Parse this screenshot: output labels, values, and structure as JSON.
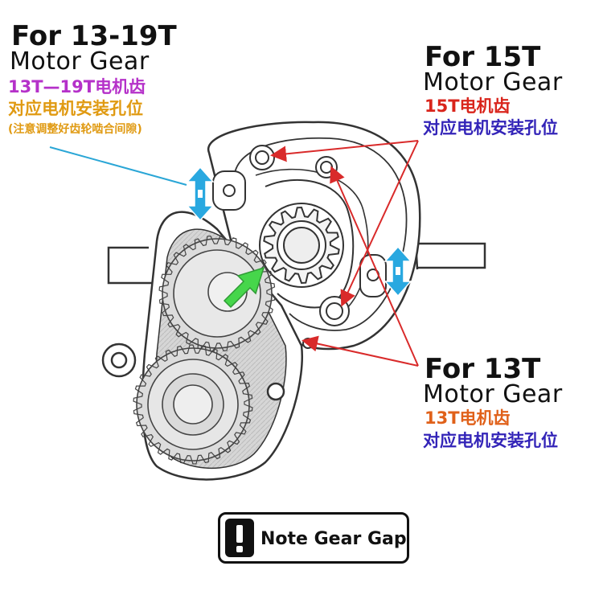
{
  "colors": {
    "magenta": "#b531c9",
    "orange": "#e09a12",
    "red": "#d9251c",
    "blue": "#3324b8",
    "arrow_cyan": "#29a8e0",
    "arrow_green": "#46d64b",
    "leader_cyan": "#2aa6d6",
    "leader_red": "#d92a2a"
  },
  "labels": {
    "left": {
      "title": "For 13-19T",
      "subtitle": "Motor Gear",
      "cn_line1": "13T—19T电机齿",
      "cn_line2": "对应电机安装孔位",
      "cn_line3": "(注意调整好齿轮啮合间隙)"
    },
    "top_right": {
      "title": "For 15T",
      "subtitle": "Motor Gear",
      "cn_line1": "15T电机齿",
      "cn_line2": "对应电机安装孔位"
    },
    "bottom_right": {
      "title": "For 13T",
      "subtitle": "Motor Gear",
      "cn_line1": "13T电机齿",
      "cn_line2": "对应电机安装孔位"
    }
  },
  "note": {
    "icon": "exclamation-icon",
    "label": "Note Gear Gap"
  }
}
